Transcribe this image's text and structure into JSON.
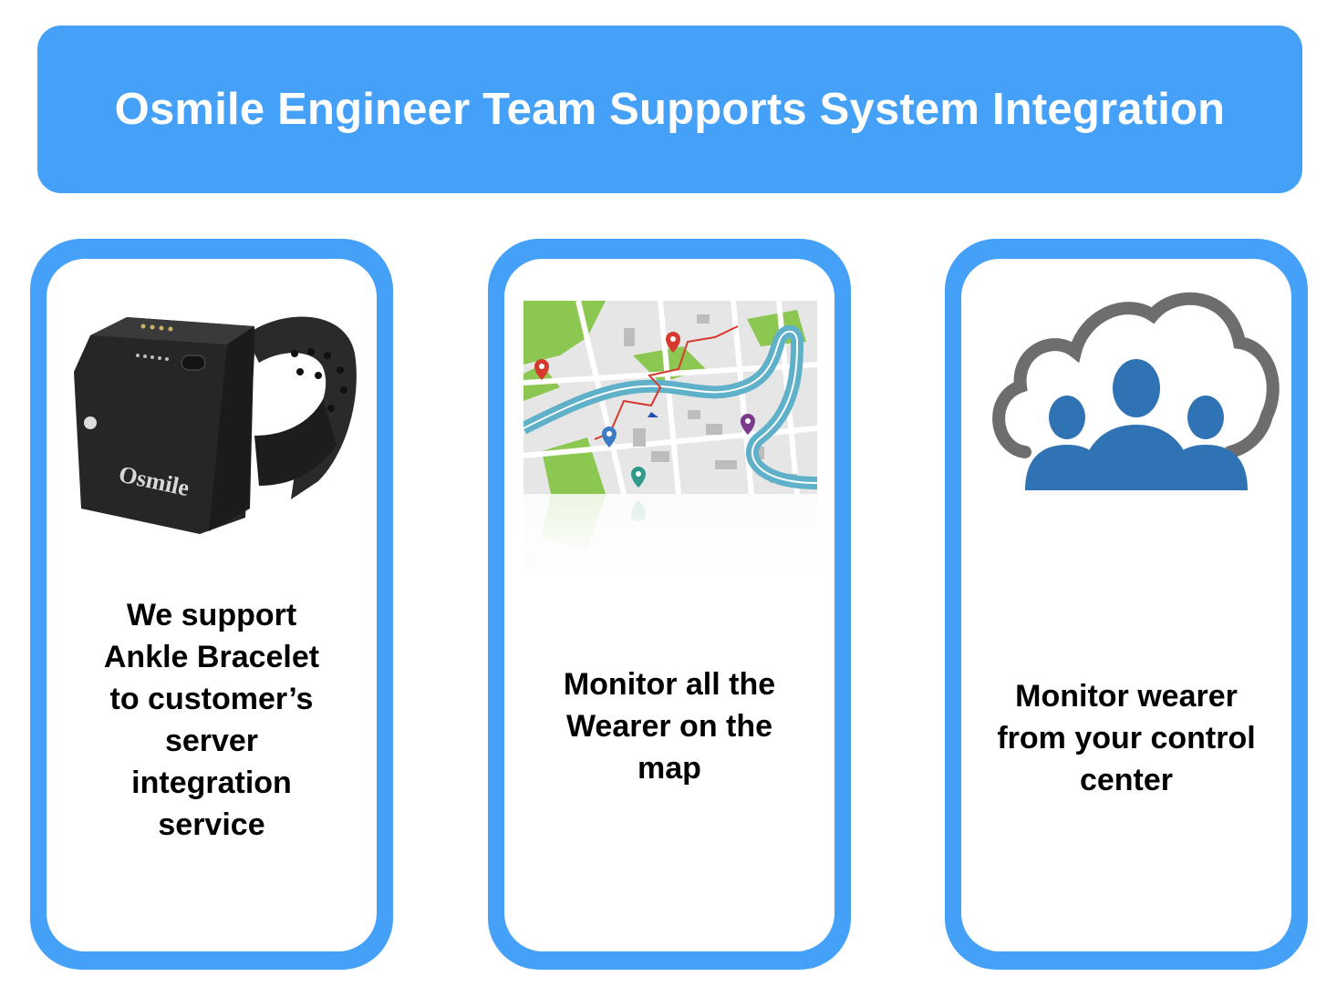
{
  "banner": {
    "title": "Osmile Engineer Team Supports System Integration"
  },
  "cards": [
    {
      "id": "ankle-bracelet",
      "image": "ankle-bracelet-device",
      "device_label": "Osmile",
      "text_lines": [
        "We support",
        "Ankle Bracelet",
        "to customer’s",
        "server",
        "integration",
        "service"
      ]
    },
    {
      "id": "map",
      "image": "city-map-with-pins",
      "text_lines": [
        "Monitor all the",
        "Wearer on the",
        "map"
      ]
    },
    {
      "id": "control-center",
      "image": "cloud-users-icon",
      "text_lines": [
        "Monitor wearer",
        "from your control",
        "center"
      ]
    }
  ],
  "colors": {
    "banner": "#45a0f7",
    "card_border": "#45a0f7",
    "cloud_outline": "#6d6d6d",
    "users": "#2f73b5",
    "map_water": "#5fb0c9",
    "map_park": "#8cc751",
    "pin_red": "#d6392e",
    "pin_blue": "#3b7cc4",
    "pin_purple": "#7c3a8c",
    "pin_teal": "#2f9a8a"
  }
}
